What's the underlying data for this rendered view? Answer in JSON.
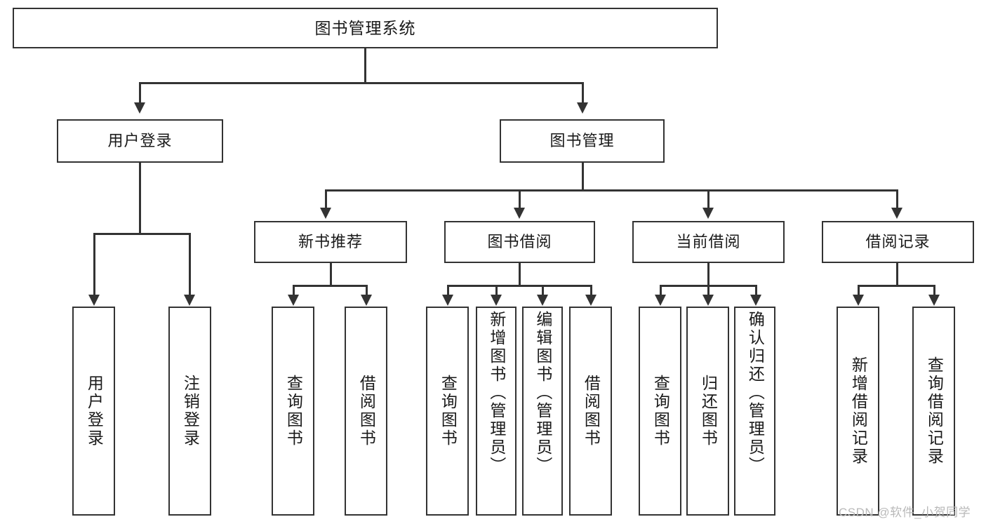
{
  "diagram": {
    "title": "图书管理系统",
    "type": "hierarchy-tree",
    "root": {
      "label": "图书管理系统"
    },
    "level1": [
      {
        "label": "用户登录"
      },
      {
        "label": "图书管理"
      }
    ],
    "level2": [
      {
        "label": "新书推荐"
      },
      {
        "label": "图书借阅"
      },
      {
        "label": "当前借阅"
      },
      {
        "label": "借阅记录"
      }
    ],
    "leaves": {
      "user_login": [
        {
          "label": "用户登录"
        },
        {
          "label": "注销登录"
        }
      ],
      "new_book_recommend": [
        {
          "label": "查询图书"
        },
        {
          "label": "借阅图书"
        }
      ],
      "book_borrow": [
        {
          "label": "查询图书"
        },
        {
          "label": "新增图书（管理员）"
        },
        {
          "label": "编辑图书（管理员）"
        },
        {
          "label": "借阅图书"
        }
      ],
      "current_borrow": [
        {
          "label": "查询图书"
        },
        {
          "label": "归还图书"
        },
        {
          "label": "确认归还（管理员）"
        }
      ],
      "borrow_record": [
        {
          "label": "新增借阅记录"
        },
        {
          "label": "查询借阅记录"
        }
      ]
    }
  },
  "watermark": {
    "text": "CSDN @软件_小贺同学"
  },
  "colors": {
    "stroke": "#333333",
    "fill": "#ffffff",
    "text": "#1a1a1a",
    "watermark": "#b9b9b9"
  }
}
